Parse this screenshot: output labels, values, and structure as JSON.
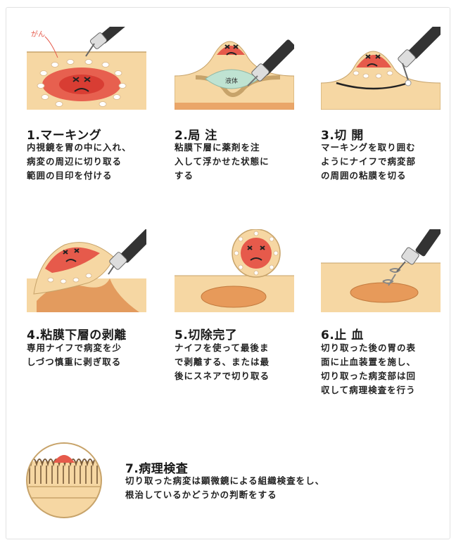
{
  "steps": [
    {
      "title": "1.マーキング",
      "lines": [
        "内視鏡を胃の中に入れ、",
        "病変の周辺に切り取る",
        "範囲の目印を付ける"
      ],
      "label": "がん"
    },
    {
      "title": "2.局 注",
      "lines": [
        "粘膜下層に薬剤を注",
        "入して浮かせた状態に",
        "する"
      ],
      "label": "液体"
    },
    {
      "title": "3.切 開",
      "lines": [
        "マーキングを取り囲む",
        "ようにナイフで病変部",
        "の周囲の粘膜を切る"
      ]
    },
    {
      "title": "4.粘膜下層の剥離",
      "lines": [
        "専用ナイフで病変を少",
        "しづつ慎重に剥ぎ取る"
      ]
    },
    {
      "title": "5.切除完了",
      "lines": [
        "ナイフを使って最後ま",
        "で剥離する、または最",
        "後にスネアで切り取る"
      ]
    },
    {
      "title": "6.止 血",
      "lines": [
        "切り取った後の胃の表",
        "面に止血装置を施し、",
        "切り取った病変部は回",
        "収して病理検査を行う"
      ]
    },
    {
      "title": "7.病理検査",
      "lines": [
        "切り取った病変は顕微鏡による組織検査をし、",
        "根治しているかどうかの判断をする"
      ]
    }
  ],
  "colors": {
    "tissue": "#f6d7a3",
    "lesion": "#e65a4b",
    "fluid": "#bfe3d2",
    "dark": "#333333",
    "cut": "#e79a5a"
  }
}
